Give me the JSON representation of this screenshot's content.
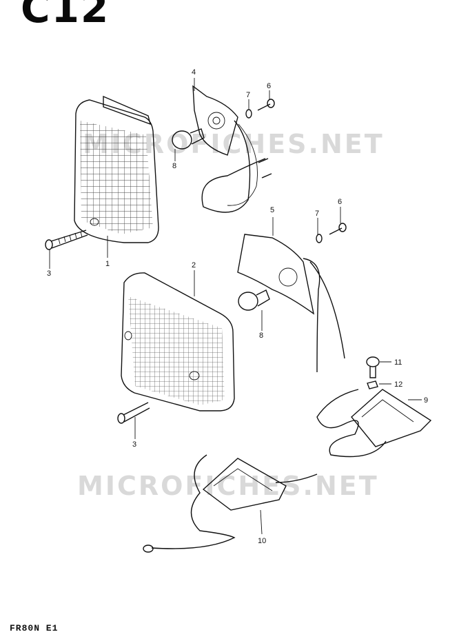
{
  "header": {
    "title": "C12"
  },
  "footer": {
    "model_code": "FR80N E1"
  },
  "watermark": {
    "text_top": "MICROFICHES.NET",
    "text_bottom": "MICROFICHES.NET"
  },
  "callouts": {
    "c1": "1",
    "c2": "2",
    "c3a": "3",
    "c3b": "3",
    "c4": "4",
    "c5": "5",
    "c6a": "6",
    "c6b": "6",
    "c7a": "7",
    "c7b": "7",
    "c8a": "8",
    "c8b": "8",
    "c9": "9",
    "c10": "10",
    "c11": "11",
    "c12": "12"
  }
}
